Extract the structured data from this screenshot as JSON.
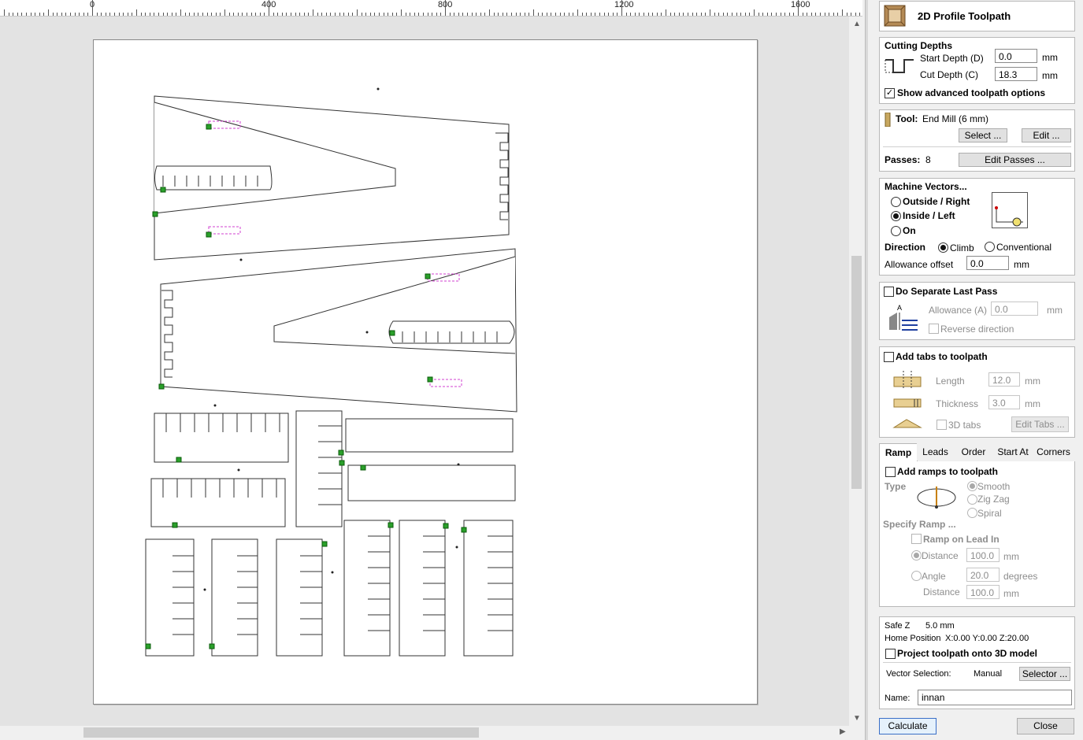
{
  "ruler": {
    "labels": [
      "0",
      "400",
      "800",
      "1200",
      "1600"
    ]
  },
  "panel": {
    "title": "2D Profile Toolpath",
    "cutting_depths": {
      "heading": "Cutting Depths",
      "start_label": "Start Depth (D)",
      "start_value": "0.0",
      "cut_label": "Cut Depth (C)",
      "cut_value": "18.3",
      "unit": "mm",
      "advanced_label": "Show advanced toolpath options",
      "advanced_checked": true
    },
    "tool": {
      "label": "Tool:",
      "value": "End Mill (6 mm)",
      "select_btn": "Select ...",
      "edit_btn": "Edit ...",
      "passes_label": "Passes:",
      "passes_value": "8",
      "edit_passes_btn": "Edit Passes ..."
    },
    "machine": {
      "heading": "Machine Vectors...",
      "outside": "Outside / Right",
      "inside": "Inside / Left",
      "on": "On",
      "selected": "inside",
      "direction_label": "Direction",
      "climb": "Climb",
      "conventional": "Conventional",
      "direction_selected": "climb",
      "allowance_label": "Allowance offset",
      "allowance_value": "0.0",
      "unit": "mm"
    },
    "last_pass": {
      "label": "Do Separate Last Pass",
      "allowance_label": "Allowance (A)",
      "allowance_value": "0.0",
      "unit": "mm",
      "reverse_label": "Reverse direction"
    },
    "tabs_section": {
      "label": "Add tabs to toolpath",
      "length_label": "Length",
      "length_value": "12.0",
      "thickness_label": "Thickness",
      "thickness_value": "3.0",
      "unit": "mm",
      "tabs3d_label": "3D tabs",
      "edit_tabs_btn": "Edit Tabs ..."
    },
    "tab_strip": [
      "Ramp",
      "Leads",
      "Order",
      "Start At",
      "Corners"
    ],
    "ramp": {
      "add_label": "Add ramps to toolpath",
      "type_label": "Type",
      "smooth": "Smooth",
      "zigzag": "Zig Zag",
      "spiral": "Spiral",
      "specify_label": "Specify Ramp ...",
      "on_lead_label": "Ramp on Lead In",
      "distance_label": "Distance",
      "distance_value": "100.0",
      "angle_label": "Angle",
      "angle_value": "20.0",
      "degrees": "degrees",
      "distance2_label": "Distance",
      "distance2_value": "100.0",
      "unit": "mm"
    },
    "footer": {
      "safez_label": "Safe Z",
      "safez_value": "5.0 mm",
      "home_label": "Home Position",
      "home_value": "X:0.00 Y:0.00 Z:20.00",
      "project_label": "Project toolpath onto 3D model",
      "vector_sel_label": "Vector Selection:",
      "vector_sel_value": "Manual",
      "selector_btn": "Selector ...",
      "name_label": "Name:",
      "name_value": "innan",
      "calculate_btn": "Calculate",
      "close_btn": "Close"
    }
  }
}
